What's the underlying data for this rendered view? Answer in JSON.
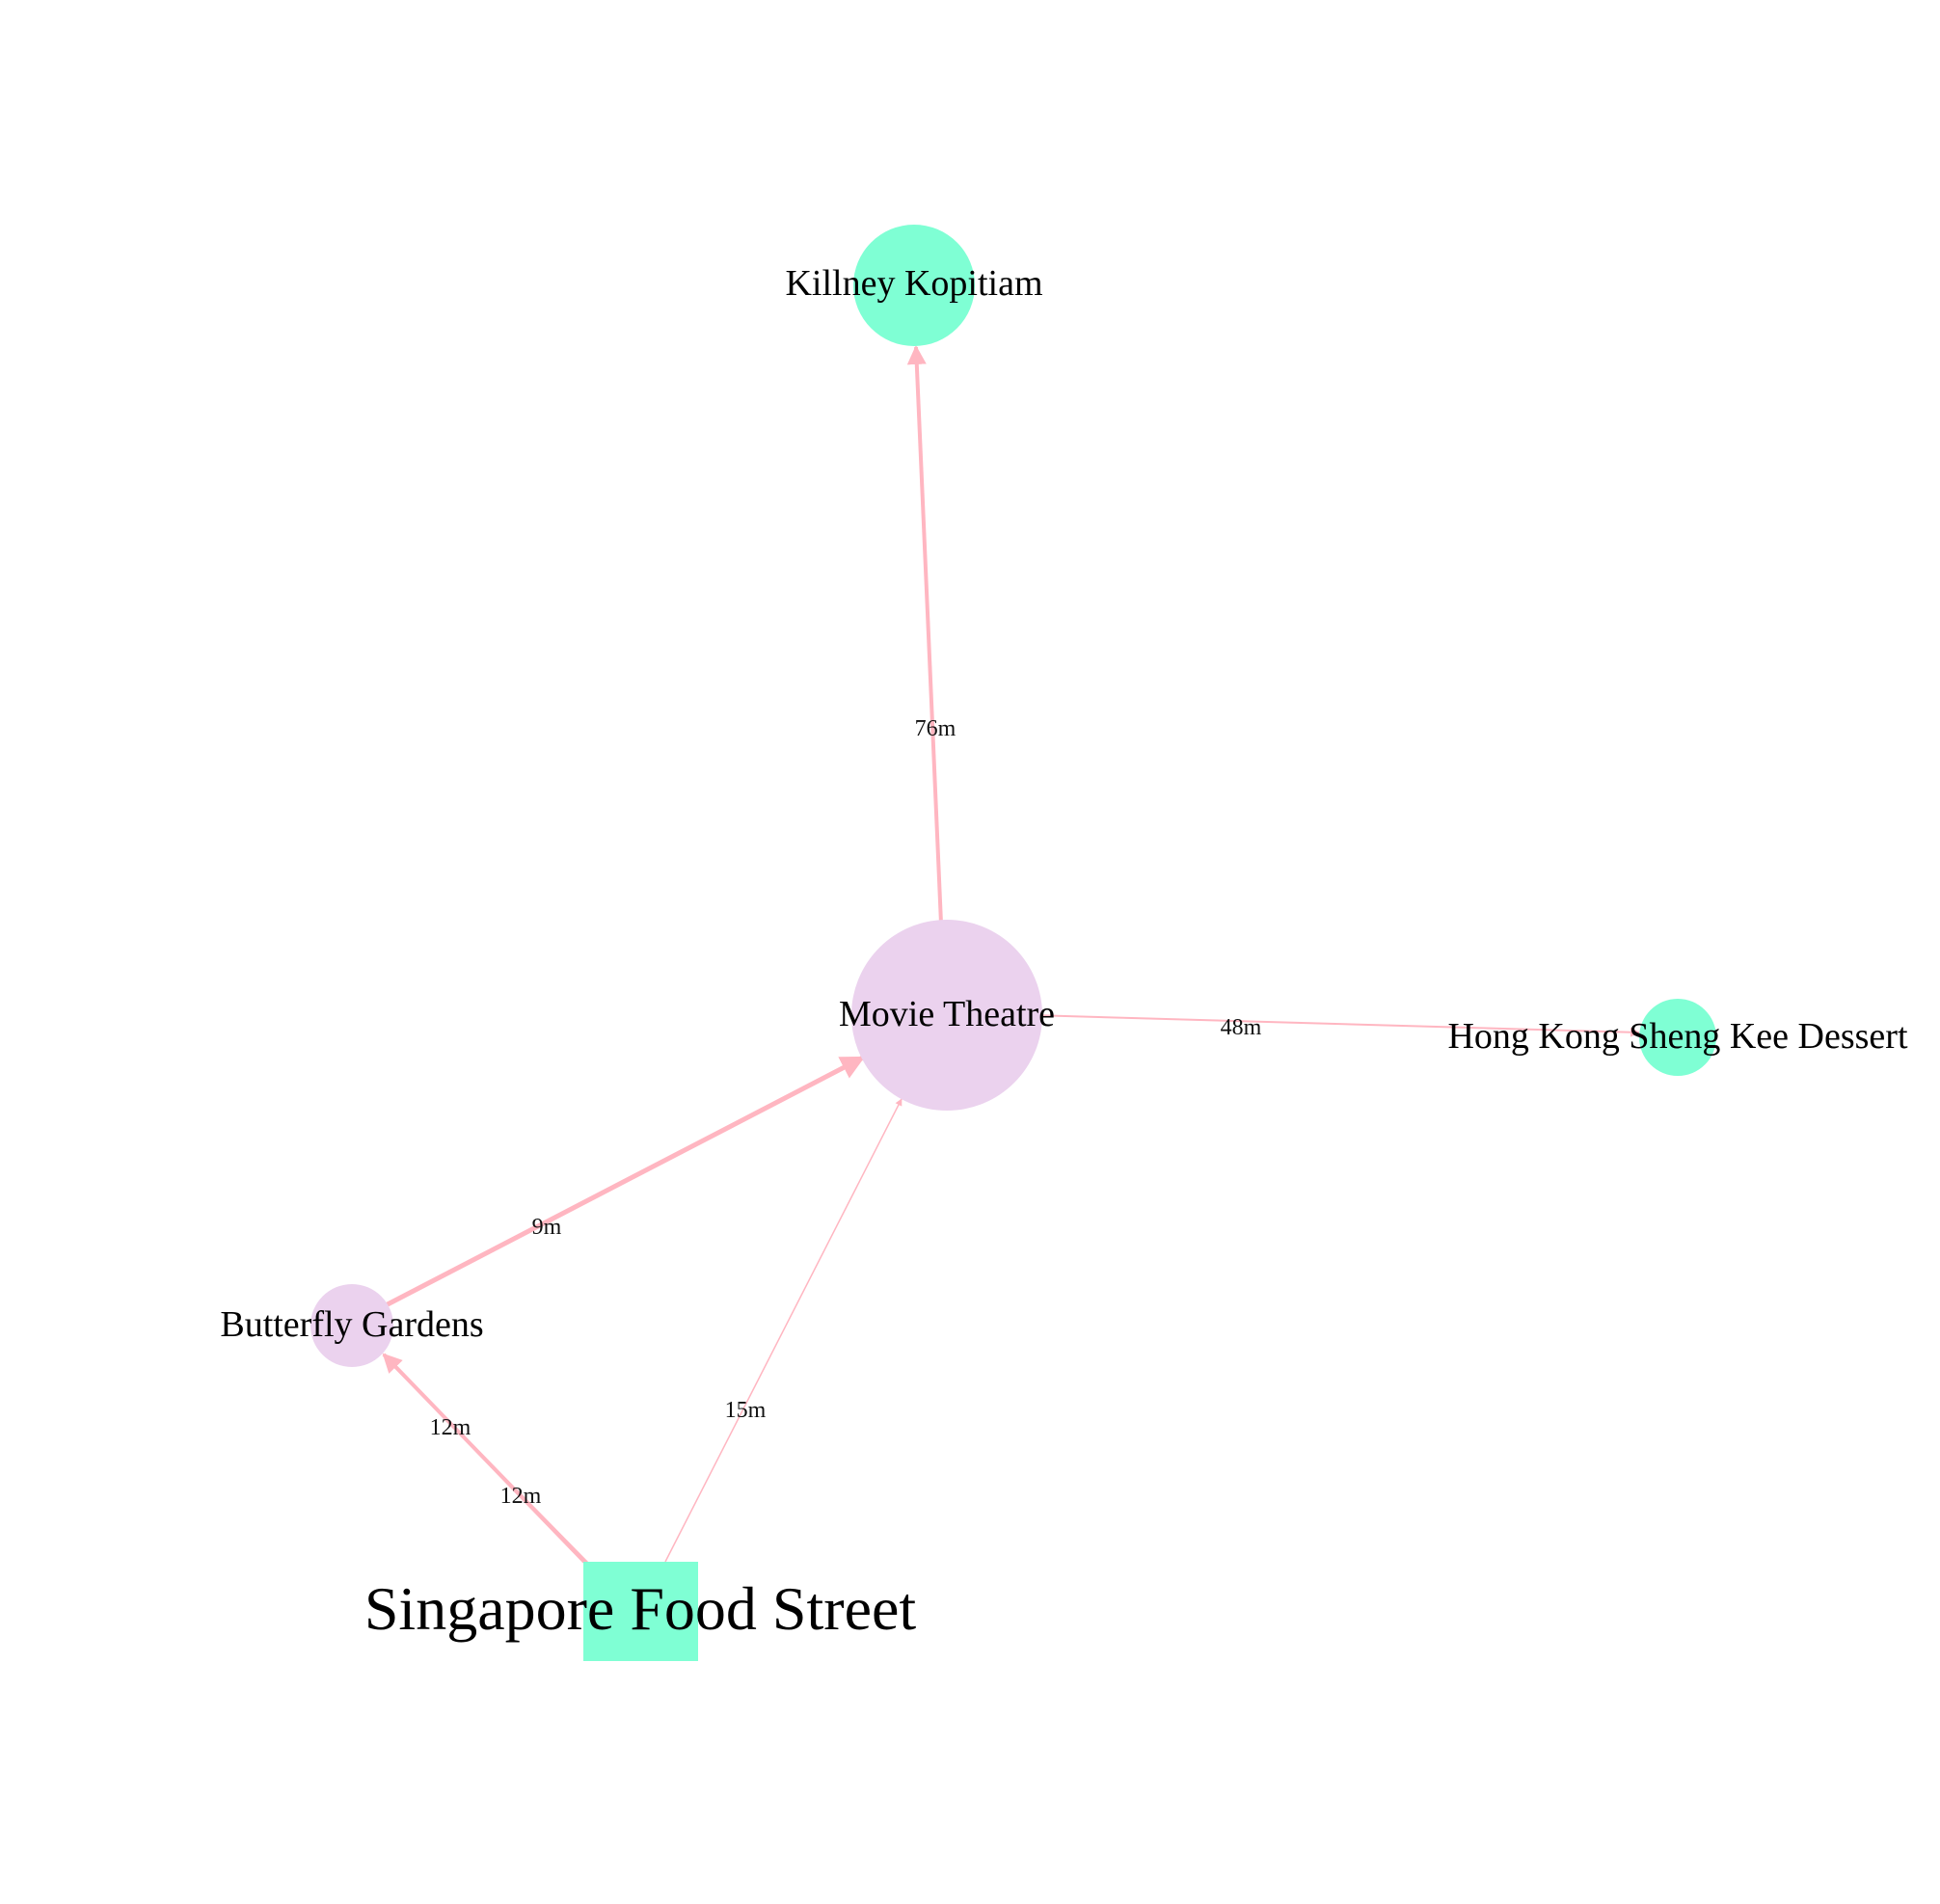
{
  "colors": {
    "background": "#ffffff",
    "food_node": "#7fffd4",
    "place_node": "#ebd2ee",
    "edge": "#ffb6c1",
    "text": "#000000"
  },
  "nodes": [
    {
      "id": "killney",
      "label": "Killney Kopitiam",
      "category": "food",
      "shape": "circle"
    },
    {
      "id": "movie",
      "label": "Movie Theatre",
      "category": "place",
      "shape": "circle"
    },
    {
      "id": "hksk",
      "label": "Hong Kong Sheng Kee Dessert",
      "category": "food",
      "shape": "circle"
    },
    {
      "id": "butterfly",
      "label": "Butterfly Gardens",
      "category": "place",
      "shape": "circle"
    },
    {
      "id": "sfs",
      "label": "Singapore Food Street",
      "category": "food",
      "shape": "square"
    }
  ],
  "edges": [
    {
      "id": "movie-killney",
      "from": "movie",
      "to": "killney",
      "label": "76m"
    },
    {
      "id": "movie-hksk",
      "from": "movie",
      "to": "hksk",
      "label": "48m"
    },
    {
      "id": "butterfly-movie",
      "from": "butterfly",
      "to": "movie",
      "label": "9m"
    },
    {
      "id": "sfs-movie",
      "from": "sfs",
      "to": "movie",
      "label": "15m"
    },
    {
      "id": "sfs-butterfly",
      "from": "sfs",
      "to": "butterfly",
      "label": "12m"
    },
    {
      "id": "butterfly-sfs",
      "from": "butterfly",
      "to": "sfs",
      "label": "12m"
    }
  ]
}
